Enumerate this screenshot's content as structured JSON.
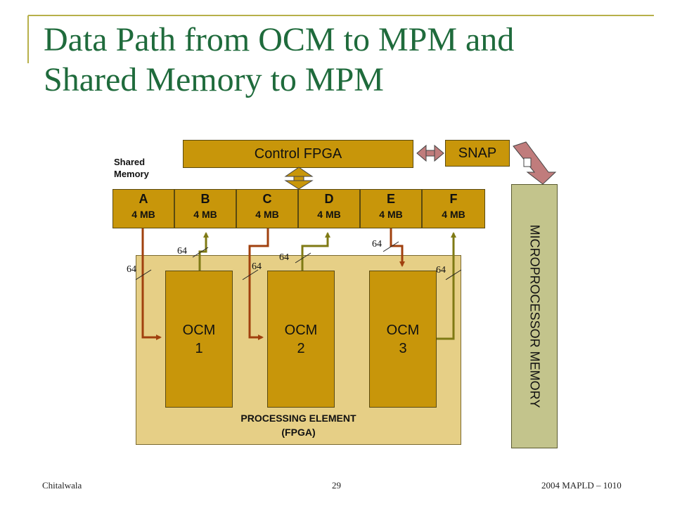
{
  "slide": {
    "title_line1": "Data Path from OCM to MPM and",
    "title_line2": "Shared Memory to MPM"
  },
  "diagram": {
    "control_fpga": "Control FPGA",
    "snap": "SNAP",
    "shared_memory_line1": "Shared",
    "shared_memory_line2": "Memory",
    "memory_banks": [
      {
        "letter": "A",
        "size": "4 MB"
      },
      {
        "letter": "B",
        "size": "4 MB"
      },
      {
        "letter": "C",
        "size": "4 MB"
      },
      {
        "letter": "D",
        "size": "4 MB"
      },
      {
        "letter": "E",
        "size": "4 MB"
      },
      {
        "letter": "F",
        "size": "4 MB"
      }
    ],
    "ocms": [
      {
        "line1": "OCM",
        "line2": "1"
      },
      {
        "line1": "OCM",
        "line2": "2"
      },
      {
        "line1": "OCM",
        "line2": "3"
      }
    ],
    "processing_element_line1": "PROCESSING ELEMENT",
    "processing_element_line2": "(FPGA)",
    "microprocessor_memory": "MICROPROCESSOR MEMORY",
    "bus_width_label": "64",
    "colors": {
      "read_path": "#a0400e",
      "write_path": "#7f7a14",
      "gold": "#c8960a",
      "pe_fill": "#e6cf86",
      "mpm_fill": "#c3c48c",
      "snap_arrow": "#c07c7c",
      "title": "#1f6b3c"
    }
  },
  "footer": {
    "left": "Chitalwala",
    "center": "29",
    "right": "2004 MAPLD – 1010"
  }
}
